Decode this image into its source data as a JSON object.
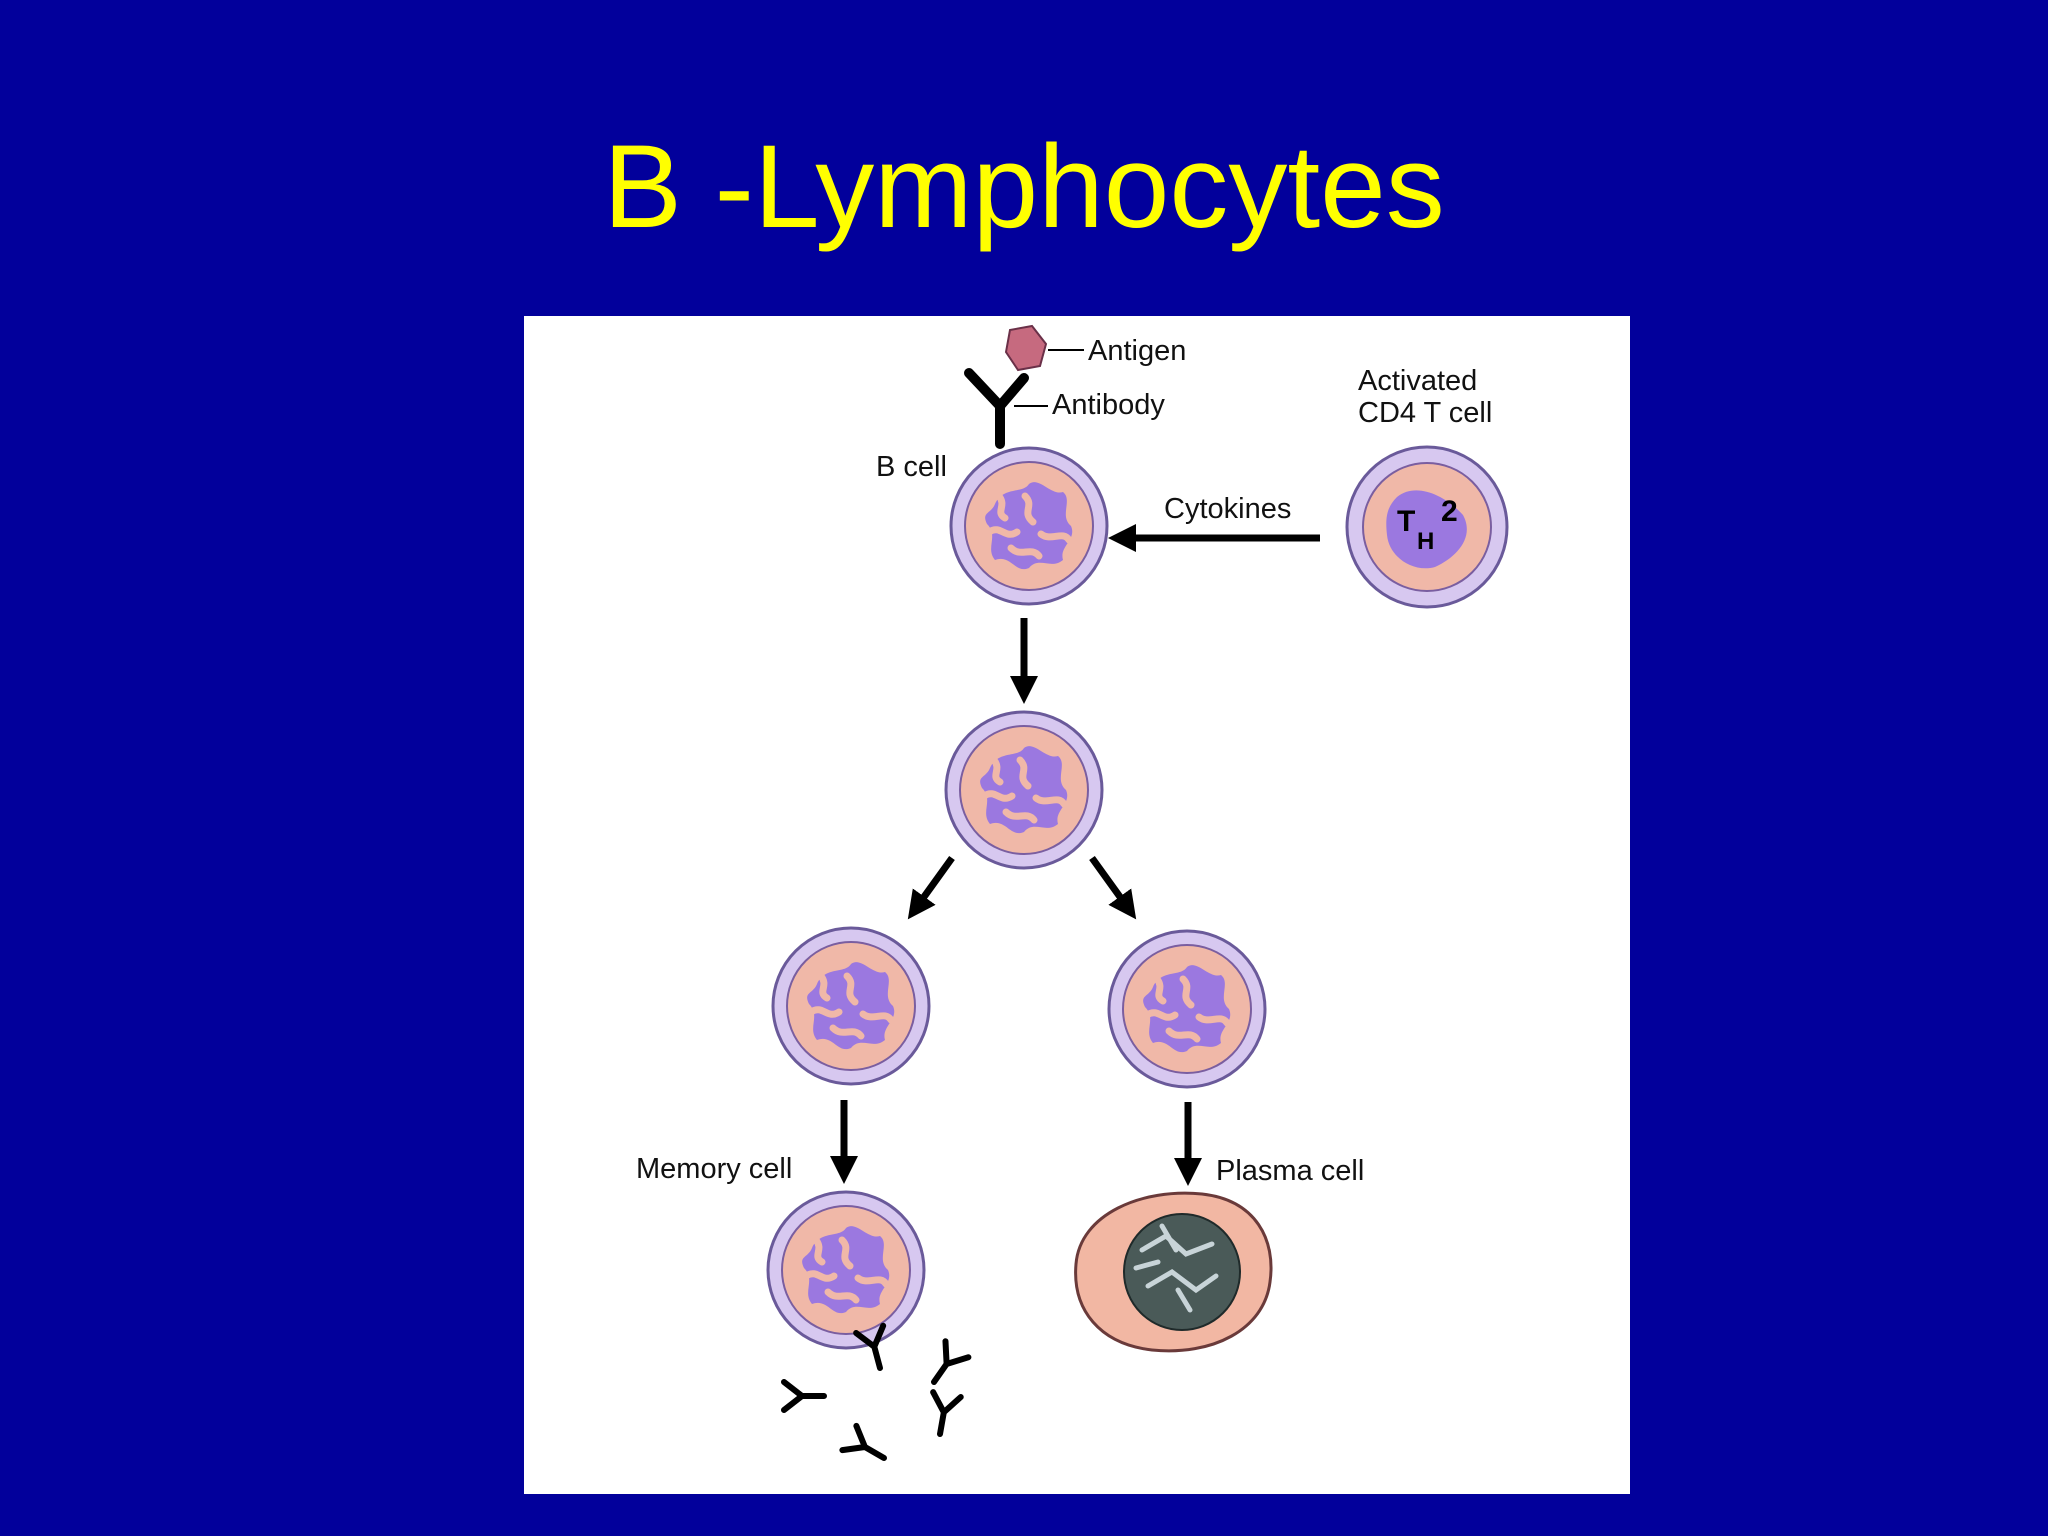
{
  "slide": {
    "title": "B -Lymphocytes",
    "background_color": "#02009b",
    "title_color": "#ffff00"
  },
  "diagram": {
    "labels": {
      "antigen": "Antigen",
      "antibody": "Antibody",
      "b_cell": "B cell",
      "activated_line1": "Activated",
      "activated_line2": "CD4 T cell",
      "cytokines": "Cytokines",
      "memory_cell": "Memory cell",
      "plasma_cell": "Plasma cell",
      "th_main": "T",
      "th_sub": "H",
      "th_sup": "2"
    },
    "colors": {
      "cell_membrane": "#d7c8f0",
      "cell_outline": "#6a5a9a",
      "nucleus": "#f0b8a8",
      "chromatin": "#9b78e0",
      "antigen": "#c66a7f",
      "plasma_cytoplasm": "#f2b7a3",
      "plasma_nucleus": "#4a5a58",
      "arrow": "#000000"
    }
  }
}
